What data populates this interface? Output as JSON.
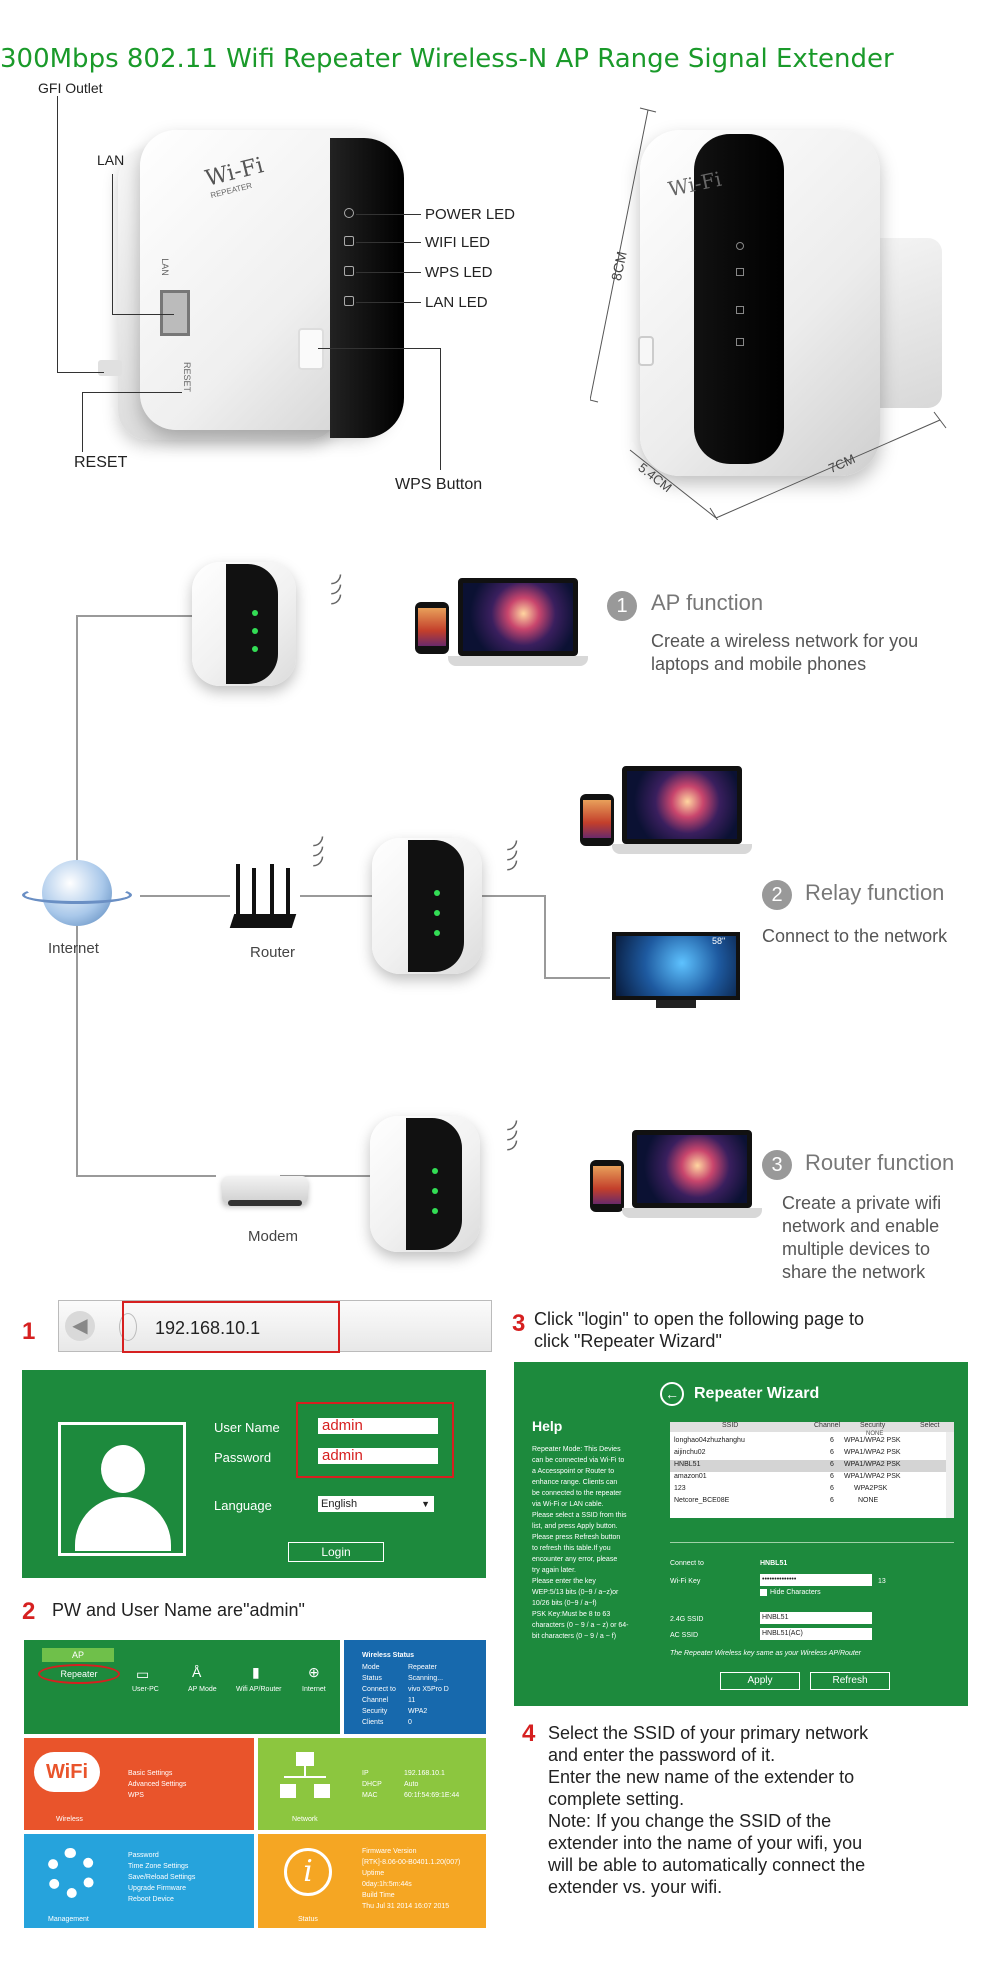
{
  "title": "300Mbps 802.11 Wifi Repeater Wireless-N AP Range Signal Extender",
  "device": {
    "brand": "Wi-Fi",
    "brand_sub": "REPEATER",
    "callouts": {
      "gfi_outlet": "GFI Outlet",
      "lan": "LAN",
      "reset": "RESET",
      "power_led": "POWER LED",
      "wifi_led": "WIFI  LED",
      "wps_led": "WPS LED",
      "lan_led": "LAN  LED",
      "wps_button": "WPS Button",
      "side_lan": "LAN",
      "side_reset": "RESET"
    },
    "dimensions": {
      "height": "8CM",
      "width": "5.4CM",
      "depth": "7CM"
    }
  },
  "functions": [
    {
      "number": "1",
      "name": "AP function",
      "desc": [
        "Create a wireless network for you",
        "laptops and mobile phones"
      ]
    },
    {
      "number": "2",
      "name": "Relay function",
      "desc": [
        "Connect to the network"
      ]
    },
    {
      "number": "3",
      "name": "Router function",
      "desc": [
        "Create a private wifi",
        "network and enable",
        "multiple devices to",
        "share the network"
      ]
    }
  ],
  "network_labels": {
    "internet": "Internet",
    "router": "Router",
    "modem": "Modem",
    "tv_size": "58\""
  },
  "steps": {
    "step1": {
      "number": "1",
      "address": "192.168.10.1"
    },
    "login_panel": {
      "username_label": "User Name",
      "username_value": "admin",
      "password_label": "Password",
      "password_value": "admin",
      "language_label": "Language",
      "language_value": "English",
      "login_button": "Login"
    },
    "step2": {
      "number": "2",
      "text": "PW and User Name are\"admin\""
    },
    "step3": {
      "number": "3",
      "text": [
        "Click \"login\" to open the following page to",
        "click \"Repeater Wizard\""
      ]
    },
    "step4": {
      "number": "4",
      "text": [
        "Select the SSID of your primary network",
        "and enter the password of it.",
        "Enter the new name of the extender to",
        "complete setting.",
        "Note: If you change the SSID of the",
        "extender into the name of your wifi, you",
        "will be able to automatically connect the",
        "extender vs. your wifi."
      ]
    }
  },
  "dashboard": {
    "ap_label": "AP",
    "repeater_label": "Repeater",
    "modes": [
      "User-PC",
      "AP Mode",
      "Wifi AP/Router",
      "Internet"
    ],
    "status": {
      "title": "Wireless Status",
      "rows": [
        [
          "Mode",
          "Repeater"
        ],
        [
          "Status",
          "Scanning..."
        ],
        [
          "Connect to",
          "vivo X5Pro D"
        ],
        [
          "Channel",
          "11"
        ],
        [
          "Security",
          "WPA2"
        ],
        [
          "Clients",
          "0"
        ]
      ]
    },
    "wireless_tile": {
      "logo": "WiFi",
      "label": "Wireless",
      "items": [
        "Basic Settings",
        "Advanced Settings",
        "WPS"
      ]
    },
    "network_tile": {
      "label": "Network",
      "rows": [
        [
          "IP",
          "192.168.10.1"
        ],
        [
          "DHCP",
          "Auto"
        ],
        [
          "MAC",
          "60:1f:54:69:1E:44"
        ]
      ]
    },
    "management_tile": {
      "label": "Management",
      "items": [
        "Password",
        "Time Zone Settings",
        "Save/Reload Settings",
        "Upgrade Firmware",
        "Reboot Device"
      ]
    },
    "status_tile": {
      "label": "Status",
      "items": [
        "Firmware Version",
        "[RTK]-8.06-00-B0401.1.20(007)",
        "Uptime",
        "0day:1h:5m:44s",
        "Build Time",
        "Thu Jul 31 2014 16:07 2015"
      ]
    }
  },
  "wizard": {
    "title": "Repeater Wizard",
    "help_title": "Help",
    "help_text": [
      "Repeater Mode: This Devies",
      "can be connected via Wi-Fi to",
      "a Accesspoint or Router to",
      "enhance range. Clients can",
      "be connected to the repeater",
      "via Wi-Fi or LAN cable.",
      "Please select a SSID from this",
      "list, and press Apply button.",
      "Please press Refresh button",
      "to refresh this table.If you",
      "encounter any error, please",
      "try again later.",
      "Please enter the key",
      "WEP:5/13 bits (0~9 / a~z)or",
      "10/26 bits (0~9 / a~f)",
      "PSK Key:Must be 8 to 63",
      "characters (0 ~ 9 / a ~ z) or 64-",
      "bit characters (0 ~ 9 / a ~ f)"
    ],
    "columns": [
      "SSID",
      "Channel",
      "Security",
      "Select"
    ],
    "rows": [
      [
        "longhao04zhuzhanghu",
        "6",
        "WPA1/WPA2 PSK"
      ],
      [
        "aijinchu02",
        "6",
        "WPA1/WPA2 PSK"
      ],
      [
        "HNBL51",
        "6",
        "WPA1/WPA2 PSK"
      ],
      [
        "amazon01",
        "6",
        "WPA1/WPA2 PSK"
      ],
      [
        "123",
        "6",
        "WPA2PSK"
      ],
      [
        "Netcore_BCE08E",
        "6",
        "NONE"
      ]
    ],
    "top_row_partial": "NONE",
    "connect_label": "Connect to",
    "connect_value": "HNBL51",
    "key_label": "Wi-Fi Key",
    "key_value": "••••••••••••••",
    "key_count": "13",
    "hide_chars": "Hide Characters",
    "ssid24_label": "2.4G SSID",
    "ssid24_value": "HNBL51",
    "ac_ssid_label": "AC SSID",
    "ac_ssid_value": "HNBL51(AC)",
    "note": "The Repeater Wireless key same as your Wireless AP/Router",
    "apply_button": "Apply",
    "refresh_button": "Refresh"
  }
}
